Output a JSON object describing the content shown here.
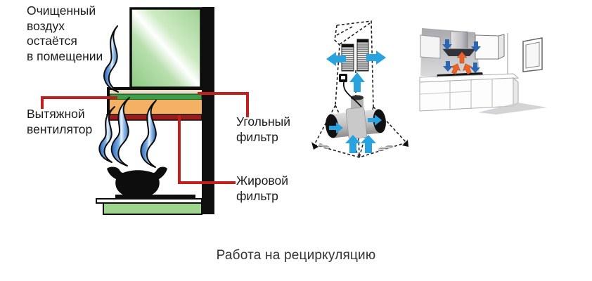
{
  "caption": "Работа на рециркуляцию",
  "labels": {
    "clean_air": "Очищенный\nвоздух\nостаётся\nв помещении",
    "exhaust_fan": "Вытяжной\nвентилятор",
    "carbon_filter": "Угольный\nфильтр",
    "grease_filter": "Жировой\nфильтр"
  },
  "colors": {
    "callout_red": "#c1201d",
    "grease_bar_red": "#9e1b1b",
    "hood_orange": "#f4b164",
    "carbon_strip_green": "#3d9e4a",
    "hood_cream": "#e9ddc6",
    "stove_green": "#9fd48e",
    "arrow_cyan": "#29a3e0",
    "arrow_blue": "#2b66b2",
    "arrow_orange": "#e8622a",
    "column_black": "#0f0f0f"
  },
  "icons": {
    "smoke_wisp": "wavy-ribbon",
    "airflow_up_arrow": "▲",
    "airflow_down_arrow": "▼",
    "airflow_left_arrow": "◀",
    "airflow_right_arrow": "▶"
  }
}
